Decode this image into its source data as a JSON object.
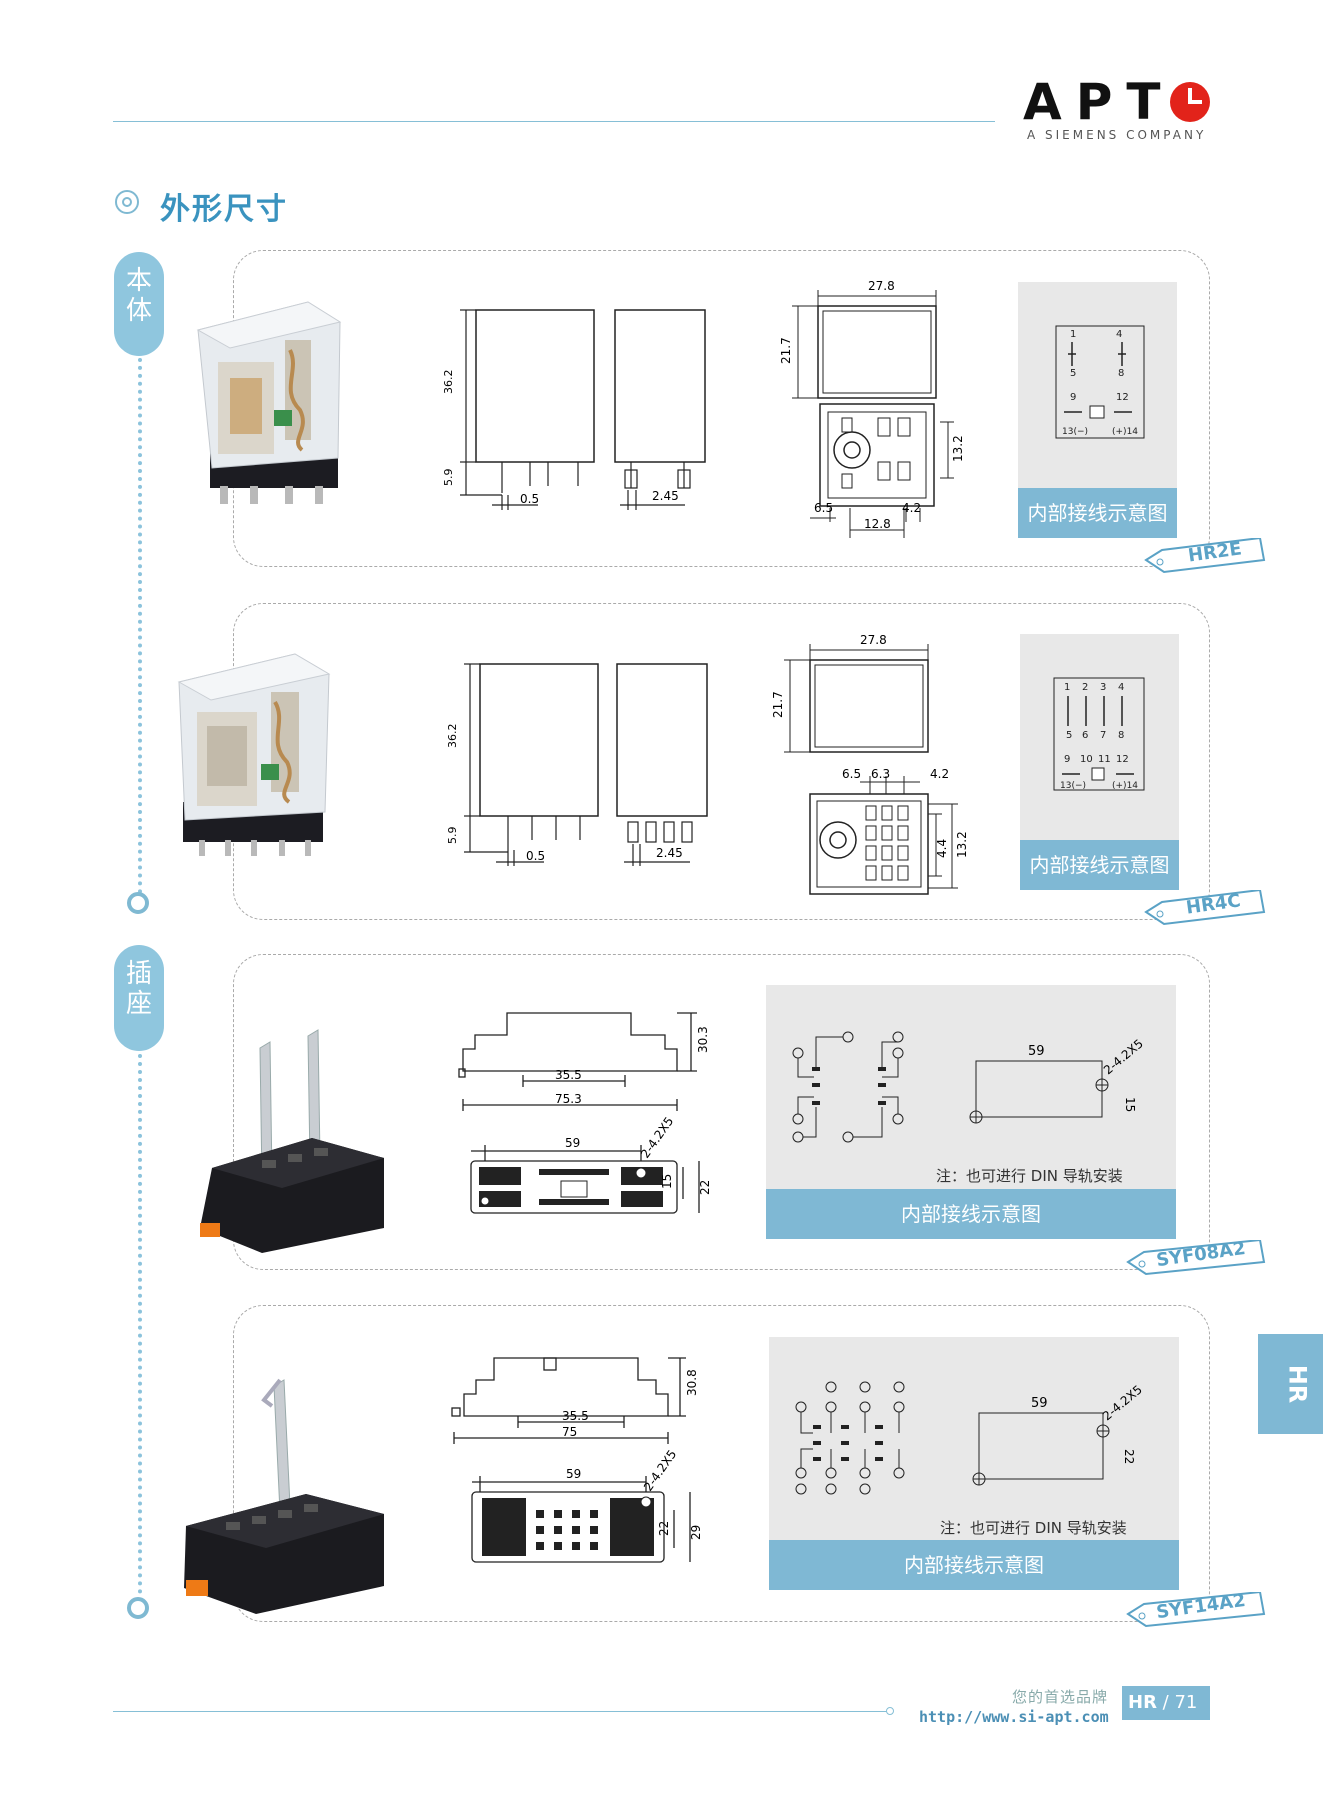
{
  "header": {
    "brand": "APT",
    "brand_sub": "A SIEMENS COMPANY",
    "brand_color": "#e2231a"
  },
  "section": {
    "title": "外形尺寸"
  },
  "groups": [
    {
      "label": "本\n体"
    },
    {
      "label": "插\n座"
    }
  ],
  "products": [
    {
      "model": "HR2E",
      "wiring_label": "内部接线示意图",
      "dims": {
        "width_top": "27.8",
        "height_top": "21.7",
        "height": "36.2",
        "pin_len": "5.9",
        "pin_w": "0.5",
        "pin_pitch": "2.45",
        "base_h": "13.2",
        "a": "6.5",
        "b": "4.2",
        "c": "12.8"
      },
      "terminals": [
        "1",
        "4",
        "5",
        "8",
        "9",
        "12",
        "13(−)",
        "(+)14"
      ]
    },
    {
      "model": "HR4C",
      "wiring_label": "内部接线示意图",
      "dims": {
        "width_top": "27.8",
        "height_top": "21.7",
        "height": "36.2",
        "pin_len": "5.9",
        "pin_w": "0.5",
        "pin_pitch": "2.45",
        "a": "6.5",
        "b": "6.3",
        "c": "4.2",
        "d": "4.4",
        "e": "13.2"
      },
      "terminals": [
        "1",
        "2",
        "3",
        "4",
        "5",
        "6",
        "7",
        "8",
        "9",
        "10",
        "11",
        "12",
        "13(−)",
        "(+)14"
      ]
    },
    {
      "model": "SYF08A2",
      "wiring_label": "内部接线示意图",
      "note": "注：也可进行 DIN 导轨安装",
      "dims": {
        "height": "30.3",
        "inner": "35.5",
        "length": "75.3",
        "pitch": "59",
        "hole": "2-4.2X5",
        "w1": "15",
        "w2": "22"
      }
    },
    {
      "model": "SYF14A2",
      "wiring_label": "内部接线示意图",
      "note": "注：也可进行 DIN 导轨安装",
      "dims": {
        "height": "30.8",
        "inner": "35.5",
        "length": "75",
        "pitch": "59",
        "hole": "2-4.2X5",
        "w1": "22",
        "w2": "29"
      }
    }
  ],
  "side_tab": "HR",
  "footer": {
    "slogan": "您的首选品牌",
    "url": "http://www.si-apt.com",
    "section": "HR",
    "page": "71"
  }
}
